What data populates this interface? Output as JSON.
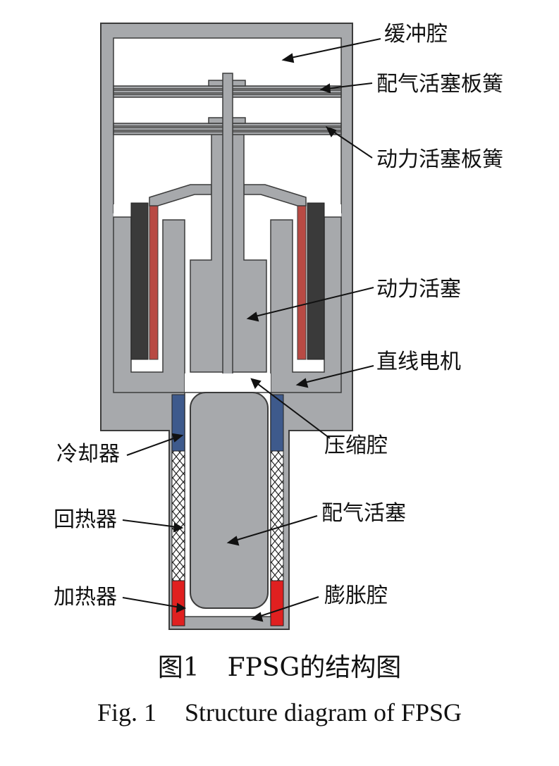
{
  "labels": {
    "buffer_chamber": "缓冲腔",
    "displacer_spring": "配气活塞板簧",
    "power_piston_spring": "动力活塞板簧",
    "power_piston": "动力活塞",
    "linear_motor": "直线电机",
    "compression_chamber": "压缩腔",
    "cooler": "冷却器",
    "regenerator": "回热器",
    "displacer": "配气活塞",
    "heater": "加热器",
    "expansion_chamber": "膨胀腔"
  },
  "caption": {
    "cn_number": "图1",
    "cn_text": "FPSG的结构图",
    "en_number": "Fig. 1",
    "en_text": "Structure diagram of FPSG"
  },
  "colors": {
    "housing": "#a7a9ac",
    "outline": "#3c3c3c",
    "magnet": "#3a3a3a",
    "coil": "#b84a44",
    "cooler": "#3e5a8c",
    "heater": "#e02020"
  }
}
